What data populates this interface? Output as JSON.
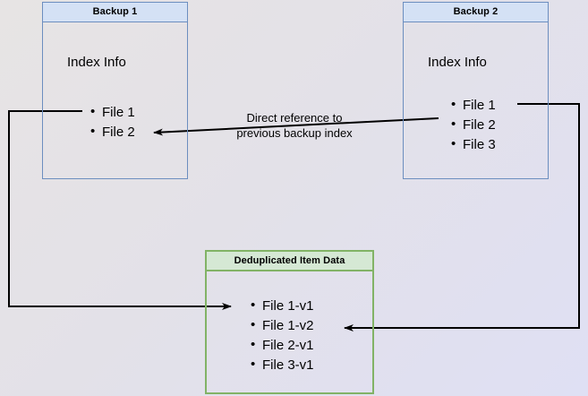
{
  "diagram": {
    "title_hidden": "",
    "background": {
      "gradient_from": "#e7e4e4",
      "gradient_to": "#dfe0f4"
    },
    "colors": {
      "blue_border": "#6c8ebf",
      "blue_header_fill": "#d4e1f5",
      "green_border": "#82b366",
      "green_header_fill": "#d5e8d4",
      "edge_stroke": "#000000"
    },
    "nodes": {
      "backup1": {
        "header": "Backup 1",
        "section_label": "Index Info",
        "items": [
          "File 1",
          "File 2"
        ]
      },
      "backup2": {
        "header": "Backup 2",
        "section_label": "Index Info",
        "items": [
          "File 1",
          "File 2",
          "File 3"
        ]
      },
      "dedup": {
        "header": "Deduplicated Item Data",
        "items": [
          "File 1-v1",
          "File 1-v2",
          "File 2-v1",
          "File 3-v1"
        ]
      }
    },
    "edges": {
      "direct_reference": {
        "label": "Direct reference to\nprevious backup index",
        "from": "Backup 2 File 2",
        "to": "Backup 1 File 2"
      },
      "backup1_to_dedup": {
        "from": "Backup 1 File 1",
        "to": "Deduplicated Item Data File 1-v1"
      },
      "backup2_to_dedup": {
        "from": "Backup 2 File 1",
        "to": "Deduplicated Item Data File 1-v2"
      }
    }
  }
}
